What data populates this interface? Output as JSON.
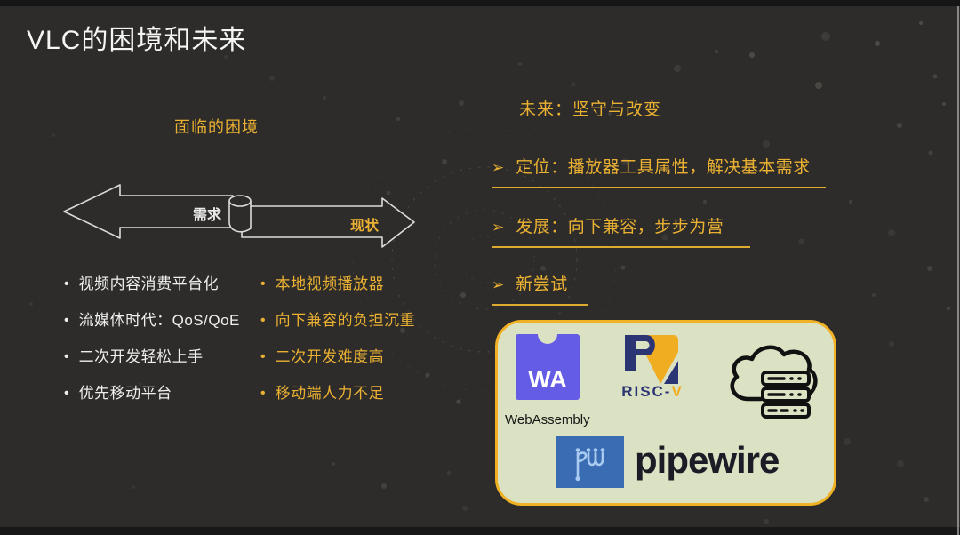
{
  "slide": {
    "title": "VLC的困境和未来",
    "dilemma": {
      "heading": "面临的困境",
      "arrow_left_label": "需求",
      "arrow_right_label": "现状",
      "bullet": "•",
      "demand_items": [
        "视频内容消费平台化",
        "流媒体时代：QoS/QoE",
        "二次开发轻松上手",
        "优先移动平台"
      ],
      "status_items": [
        "本地视频播放器",
        "向下兼容的负担沉重",
        "二次开发难度高",
        "移动端人力不足"
      ]
    },
    "future": {
      "heading": "未来：坚守与改变",
      "bullet": "➢",
      "points": [
        "定位：播放器工具属性，解决基本需求",
        "发展：向下兼容，步步为营",
        "新尝试"
      ]
    },
    "logos": {
      "webassembly": {
        "badge": "WA",
        "label": "WebAssembly"
      },
      "riscv": {
        "label_prefix": "RISC-",
        "label_suffix": "V"
      },
      "pipewire": {
        "glyph": "pw",
        "label": "pipewire"
      }
    },
    "colors": {
      "background": "#2D2C2A",
      "accent_gold": "#EBB132",
      "underline_gold": "#DCAB30",
      "box_fill": "#DBE2C3",
      "box_border": "#F0B125",
      "wasm_purple": "#655CE6",
      "riscv_navy": "#2C3573",
      "riscv_gold": "#F0AD21",
      "pipewire_blue": "#3A6CB4",
      "pipewire_text": "#1C1C26"
    }
  }
}
